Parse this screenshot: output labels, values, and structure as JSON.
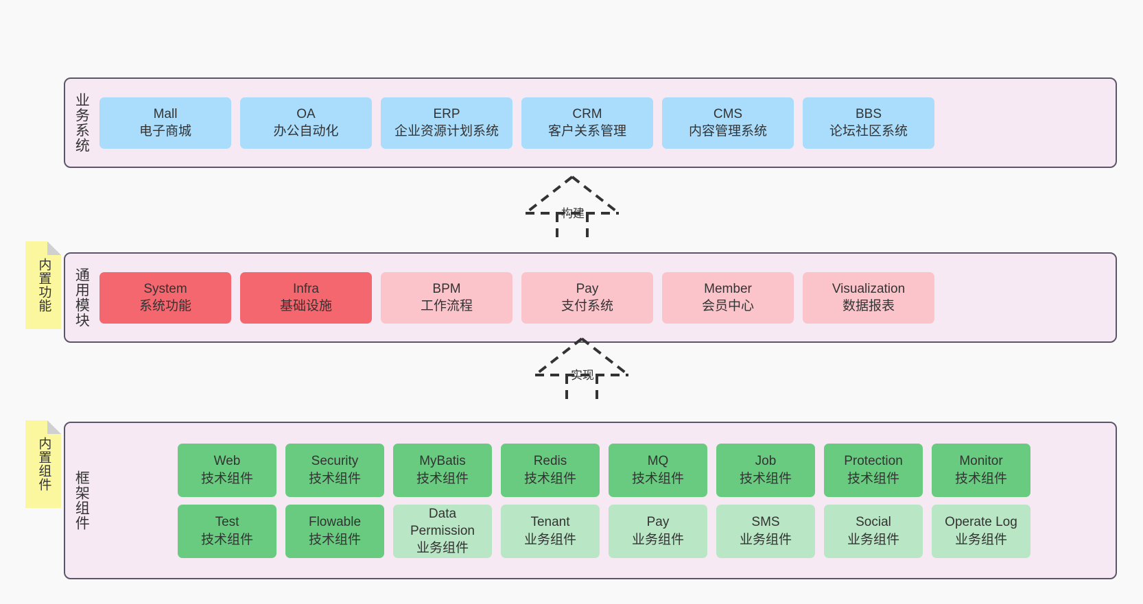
{
  "diagram": {
    "layers": [
      {
        "id": "business",
        "title": "业务系统",
        "cards": [
          {
            "name": "Mall",
            "desc": "电子商城"
          },
          {
            "name": "OA",
            "desc": "办公自动化"
          },
          {
            "name": "ERP",
            "desc": "企业资源计划系统"
          },
          {
            "name": "CRM",
            "desc": "客户关系管理"
          },
          {
            "name": "CMS",
            "desc": "内容管理系统"
          },
          {
            "name": "BBS",
            "desc": "论坛社区系统"
          }
        ]
      },
      {
        "id": "modules",
        "title": "通用模块",
        "note": "内置功能",
        "cards": [
          {
            "name": "System",
            "desc": "系统功能"
          },
          {
            "name": "Infra",
            "desc": "基础设施"
          },
          {
            "name": "BPM",
            "desc": "工作流程"
          },
          {
            "name": "Pay",
            "desc": "支付系统"
          },
          {
            "name": "Member",
            "desc": "会员中心"
          },
          {
            "name": "Visualization",
            "desc": "数据报表"
          }
        ]
      },
      {
        "id": "framework",
        "title": "框架组件",
        "note": "内置组件",
        "row1": [
          {
            "name": "Web",
            "desc": "技术组件"
          },
          {
            "name": "Security",
            "desc": "技术组件"
          },
          {
            "name": "MyBatis",
            "desc": "技术组件"
          },
          {
            "name": "Redis",
            "desc": "技术组件"
          },
          {
            "name": "MQ",
            "desc": "技术组件"
          },
          {
            "name": "Job",
            "desc": "技术组件"
          },
          {
            "name": "Protection",
            "desc": "技术组件"
          },
          {
            "name": "Monitor",
            "desc": "技术组件"
          }
        ],
        "row2": [
          {
            "name": "Test",
            "desc": "技术组件"
          },
          {
            "name": "Flowable",
            "desc": "技术组件"
          },
          {
            "name": "Data Permission",
            "desc": "业务组件"
          },
          {
            "name": "Tenant",
            "desc": "业务组件"
          },
          {
            "name": "Pay",
            "desc": "业务组件"
          },
          {
            "name": "SMS",
            "desc": "业务组件"
          },
          {
            "name": "Social",
            "desc": "业务组件"
          },
          {
            "name": "Operate Log",
            "desc": "业务组件"
          }
        ]
      }
    ],
    "connectors": [
      {
        "id": "build",
        "label": "构建"
      },
      {
        "id": "impl",
        "label": "实现"
      }
    ],
    "colors": {
      "panel_bg": "#f7e9f4",
      "panel_border": "#5c5569",
      "blue": "#aadcfb",
      "red": "#f4676e",
      "pink": "#fbc4cb",
      "green": "#68cb7f",
      "light_green": "#b9e6c4",
      "note_yellow": "#fbf79e",
      "canvas": "#f9f9f9"
    }
  }
}
